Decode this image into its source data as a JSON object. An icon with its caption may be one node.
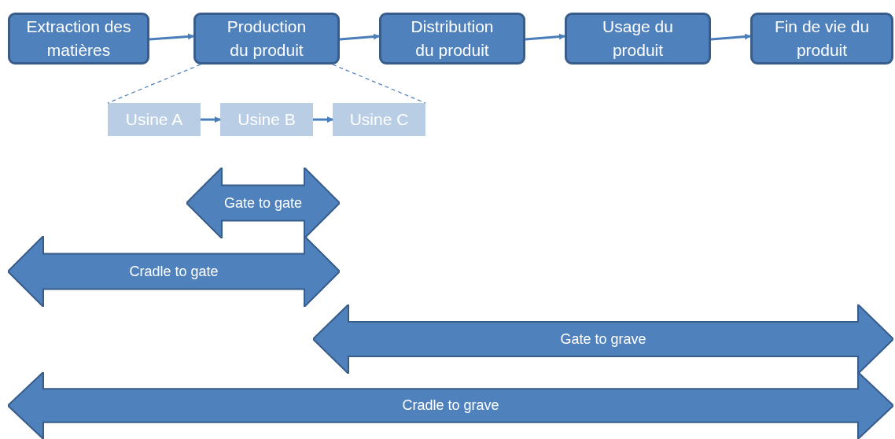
{
  "diagram": {
    "nodes": [
      {
        "text": [
          "Extraction des matières"
        ]
      },
      {
        "text": [
          "Production du produit"
        ]
      },
      {
        "text": [
          "Distribution du produit"
        ]
      },
      {
        "text": [
          "Usage du produit"
        ]
      },
      {
        "text": [
          "Fin de vie du produit"
        ]
      },
      {
        "text": [
          "Usine A"
        ]
      },
      {
        "text": [
          "Usine B"
        ]
      },
      {
        "text": [
          "Usine C"
        ]
      },
      {
        "text": [
          "Gate to gate"
        ]
      },
      {
        "text": [
          "Cradle to gate"
        ]
      },
      {
        "text": [
          "Gate to grave"
        ]
      },
      {
        "text": [
          "Cradle to grave"
        ]
      }
    ],
    "edges": [
      {
        "from": 0,
        "to": 1,
        "arrow": "to"
      },
      {
        "from": 1,
        "to": 2,
        "arrow": "to"
      },
      {
        "from": 2,
        "to": 3,
        "arrow": "to"
      },
      {
        "from": 3,
        "to": 4,
        "arrow": "to"
      },
      {
        "from": 5,
        "to": 6,
        "arrow": "to"
      },
      {
        "from": 6,
        "to": 7,
        "arrow": "to"
      },
      {
        "from": 1,
        "to": 5,
        "arrow": "none",
        "style": "dashed"
      },
      {
        "from": 1,
        "to": 7,
        "arrow": "none",
        "style": "dashed"
      }
    ]
  }
}
